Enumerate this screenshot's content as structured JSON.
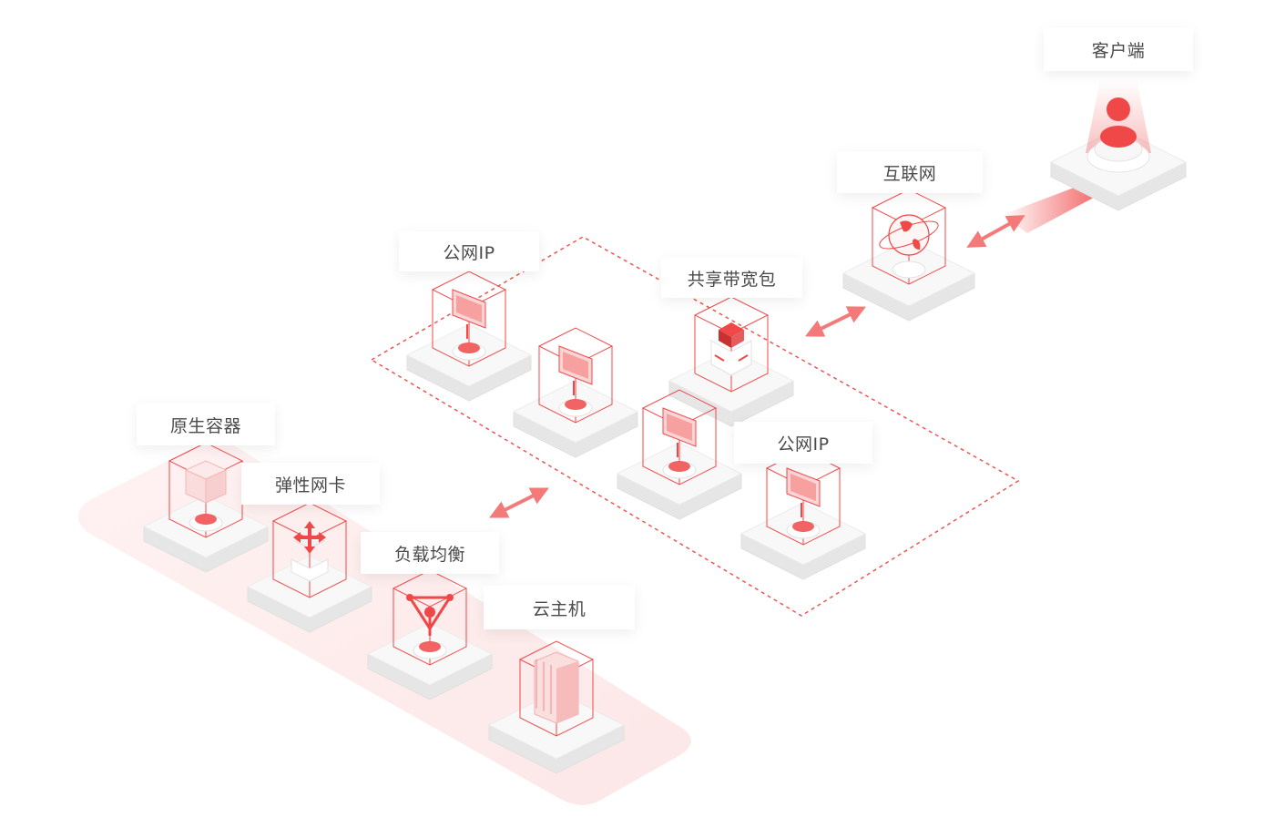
{
  "labels": {
    "client": "客户端",
    "internet": "互联网",
    "public_ip_top": "公网IP",
    "shared_bandwidth": "共享带宽包",
    "public_ip_right": "公网IP",
    "native_container": "原生容器",
    "elastic_nic": "弹性网卡",
    "load_balancer": "负载均衡",
    "cloud_host": "云主机"
  },
  "colors": {
    "accent": "#f04848",
    "accent_light": "#fbd5d5",
    "platform_top": "#f8f8f8",
    "platform_side": "#e6e6e6",
    "band": "#fdeaea",
    "dashed_border": "#ee5555",
    "label_text": "#4a4a4a"
  },
  "icons": {
    "client": "user-icon",
    "internet": "globe-icon",
    "public_ip": "monitor-icon",
    "shared_bandwidth": "bandwidth-cube-icon",
    "native_container": "container-icon",
    "elastic_nic": "network-card-icon",
    "load_balancer": "load-balancer-icon",
    "cloud_host": "server-icon"
  }
}
